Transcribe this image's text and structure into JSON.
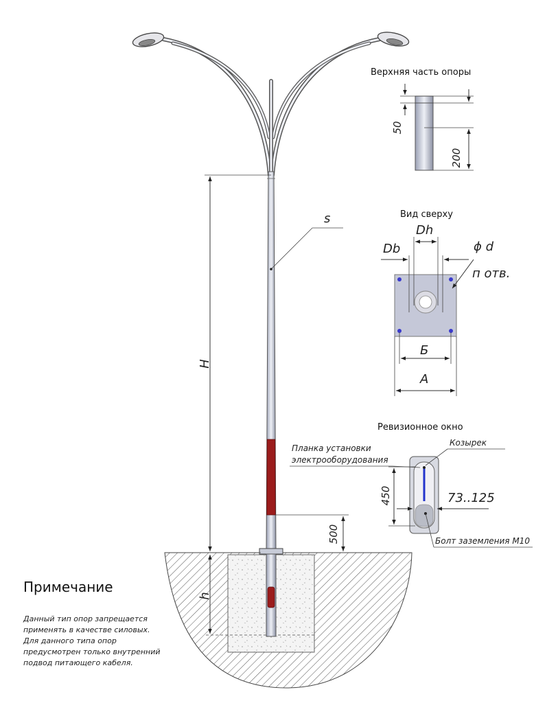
{
  "colors": {
    "line": "#333333",
    "plate": "#c5c8d8",
    "red": "#9b1c1c",
    "bolt": "#3a3acc",
    "strip": "#2233cc"
  },
  "top_part": {
    "title": "Верхняя часть опоры",
    "dim_50": "50",
    "dim_200": "200"
  },
  "top_view": {
    "title": "Вид сверху",
    "dh": "Dh",
    "db": "Db",
    "phi_d": "ϕ d",
    "n_holes": "п отв.",
    "b": "Б",
    "a": "А"
  },
  "inspection": {
    "title": "Ревизионное окно",
    "plate_line1": "Планка установки",
    "plate_line2": "электрооборудования",
    "visor": "Козырек",
    "dim_450": "450",
    "range": "73..125",
    "bolt": "Болт заземления М10"
  },
  "pole": {
    "H": "H",
    "s": "s",
    "h": "h",
    "dim_500": "500"
  },
  "note": {
    "title": "Примечание",
    "lines": [
      "Данный тип опор запрещается",
      "применять в качестве силовых.",
      "Для данного типа опор",
      "предусмотрен только внутренний",
      "подвод питающего кабеля."
    ]
  }
}
